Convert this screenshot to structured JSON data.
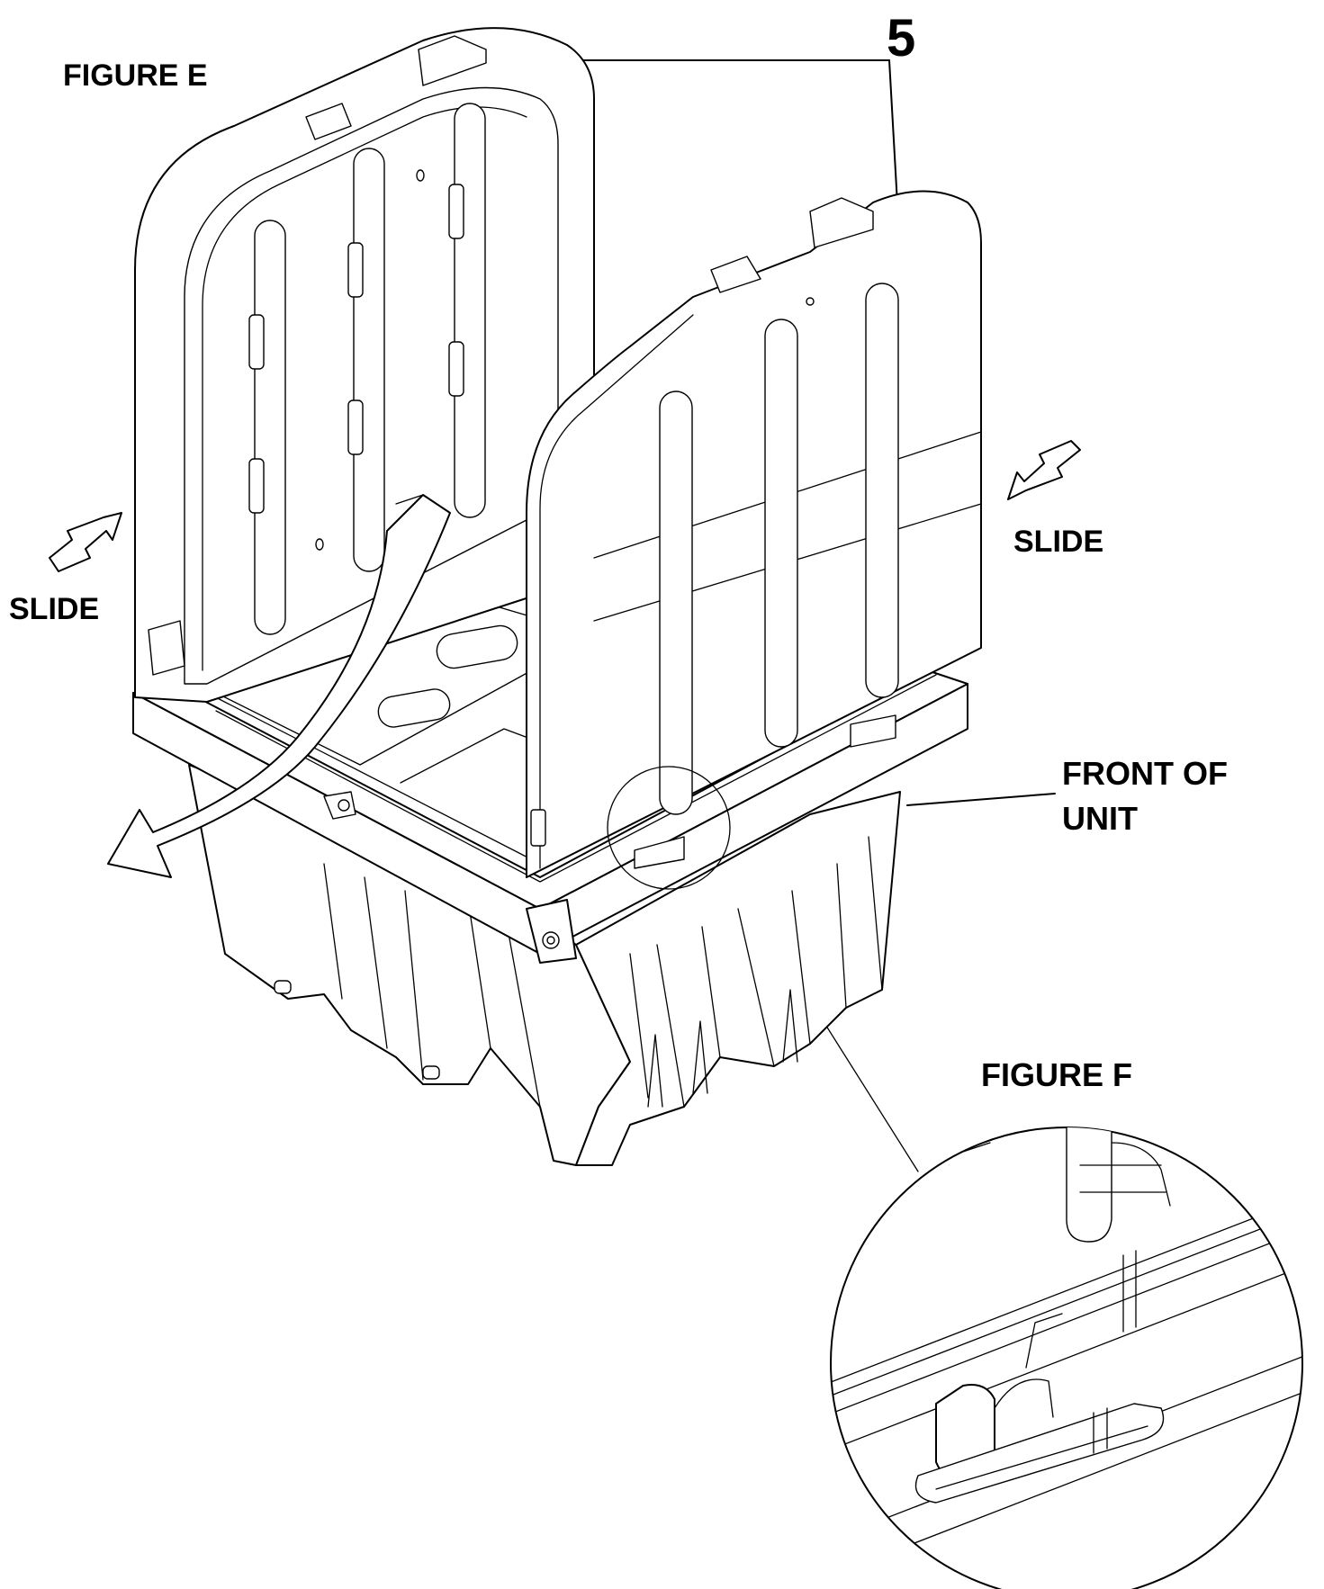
{
  "labels": {
    "figure_e": "FIGURE E",
    "figure_f": "FIGURE F",
    "part_number": "5",
    "slide_left": "SLIDE",
    "slide_right": "SLIDE",
    "front_line1": "FRONT OF",
    "front_line2": "UNIT"
  },
  "colors": {
    "ink": "#000000",
    "paper": "#ffffff"
  },
  "icons": [
    "slide-arrow-icon",
    "curved-arrow-icon"
  ]
}
